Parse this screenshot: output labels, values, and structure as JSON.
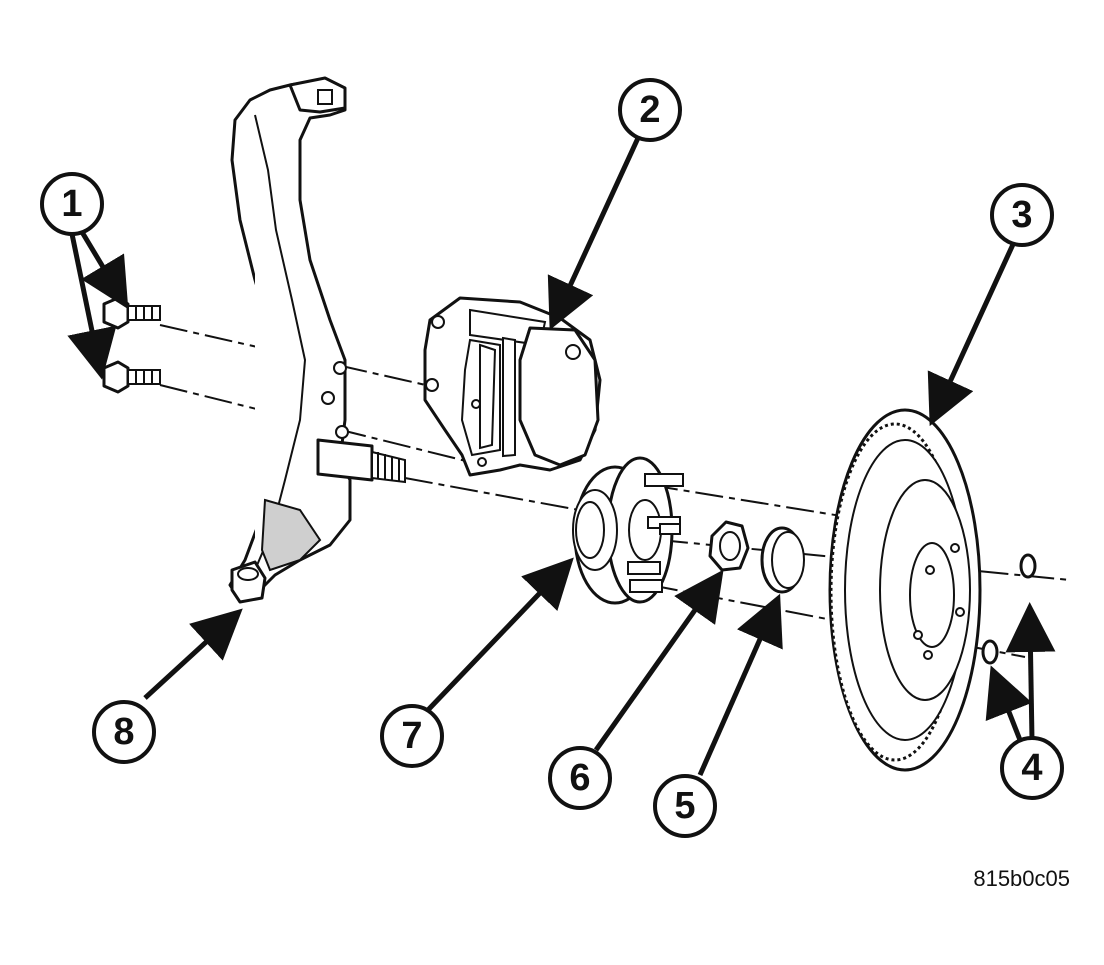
{
  "diagram": {
    "callouts": [
      {
        "id": "1",
        "label": "1"
      },
      {
        "id": "2",
        "label": "2"
      },
      {
        "id": "3",
        "label": "3"
      },
      {
        "id": "4",
        "label": "4"
      },
      {
        "id": "5",
        "label": "5"
      },
      {
        "id": "6",
        "label": "6"
      },
      {
        "id": "7",
        "label": "7"
      },
      {
        "id": "8",
        "label": "8"
      }
    ],
    "figure_code": "815b0c05"
  }
}
